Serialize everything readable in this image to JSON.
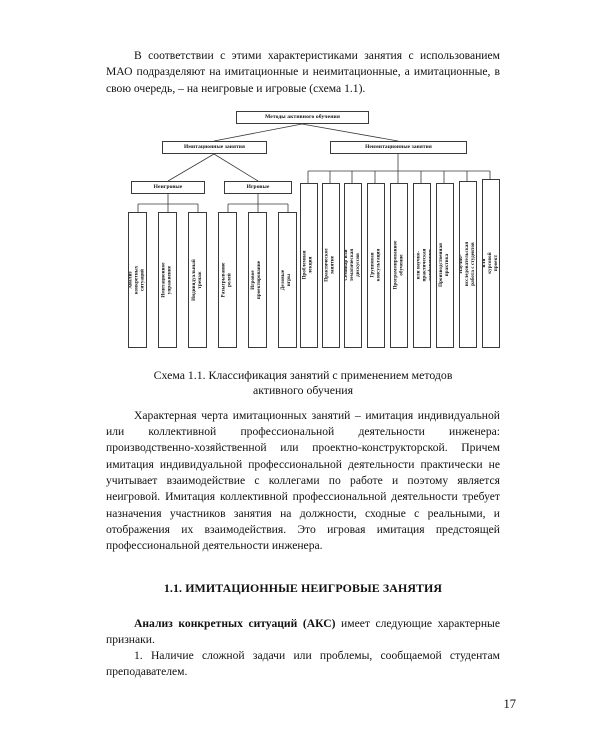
{
  "page": {
    "number": "17"
  },
  "paragraphs": {
    "intro": "В соответствии с этими характеристиками занятия с использованием МАО подразделяют на имитационные и неимитационные, а имитационные, в свою очередь, – на неигровые и игровые (схема 1.1).",
    "after_scheme": "Характерная черта имитационных занятий – имитация индивидуальной или коллективной профессиональной деятельности инженера: производственно-хозяйственной или проектно-конструкторской. Причем имитация индивидуальной профессиональной деятельности практически не учитывает взаимодействие с коллегами по работе и поэтому является неигровой. Имитация коллективной профессиональной деятельности требует назначения участников занятия на должности, сходные с реальными, и отображения их взаимодействия. Это игровая имитация предстоящей профессиональной деятельности инженера.",
    "aks_bold": "Анализ конкретных ситуаций (АКС)",
    "aks_rest": " имеет следующие характерные признаки.",
    "item_1": "1. Наличие сложной задачи или проблемы, сообщаемой студентам преподавателем."
  },
  "heading": {
    "section_1_1": "1.1. ИМИТАЦИОННЫЕ НЕИГРОВЫЕ ЗАНЯТИЯ"
  },
  "scheme": {
    "caption_line1": "Схема 1.1. Классификация занятий с применением методов",
    "caption_line2": "активного обучения",
    "root": "Методы активного обучения",
    "level2": {
      "imitation": "Имитационные занятия",
      "non_imitation": "Неимитационные занятия"
    },
    "level3": {
      "non_game": "Неигровые",
      "game": "Игровые"
    },
    "non_game_items": [
      "Анализ конкретных ситуаций",
      "Имитационное упражнение",
      "Индивидуальный тренаж"
    ],
    "game_items": [
      "Разыгрывание ролей",
      "Игровое проектирование",
      "Деловые игры"
    ],
    "non_imitation_items": [
      "Проблемная лекция",
      "Практическое занятие",
      "Семинар или тематическая дискуссия",
      "Групповая консультация",
      "Программированное обучение",
      "Олимпиада или научно-практическая конференция",
      "Производственная практика",
      "Научно-исследовательская работа с студентов",
      "Дипломный или курсовой проект (работа)"
    ]
  },
  "colors": {
    "page_bg": "#ffffff",
    "text": "#111111",
    "box_border": "#3a3a3a"
  }
}
